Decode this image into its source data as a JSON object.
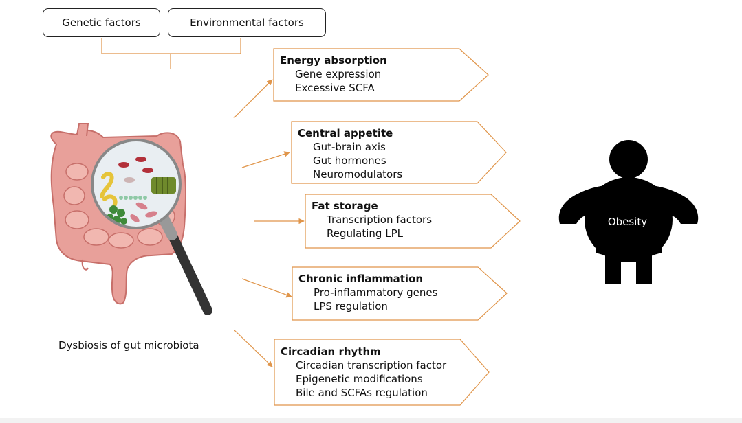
{
  "factors": {
    "genetic": "Genetic factors",
    "environmental": "Environmental factors"
  },
  "dysbiosis_label": "Dysbiosis of gut microbiota",
  "outcome_label": "Obesity",
  "mechanisms": [
    {
      "title": "Energy absorption",
      "items": [
        "Gene expression",
        "Excessive SCFA"
      ]
    },
    {
      "title": "Central appetite",
      "items": [
        "Gut-brain axis",
        "Gut hormones",
        "Neuromodulators"
      ]
    },
    {
      "title": "Fat storage",
      "items": [
        "Transcription factors",
        "Regulating LPL"
      ]
    },
    {
      "title": "Chronic inflammation",
      "items": [
        "Pro-inflammatory genes",
        "LPS regulation"
      ]
    },
    {
      "title": "Circadian rhythm",
      "items": [
        "Circadian transcription factor",
        "Epigenetic modifications",
        "Bile and SCFAs regulation"
      ]
    }
  ],
  "colors": {
    "arrow": "#e0954a",
    "box_border": "#e0954a",
    "silhouette": "#000000",
    "intestine": "#e8a09a",
    "intestine_dark": "#c76f6a",
    "lens_rim": "#555555",
    "handle": "#333333"
  },
  "icons": [
    "gut-illustration",
    "magnifier-icon",
    "person-silhouette-icon",
    "bracket-icon"
  ]
}
